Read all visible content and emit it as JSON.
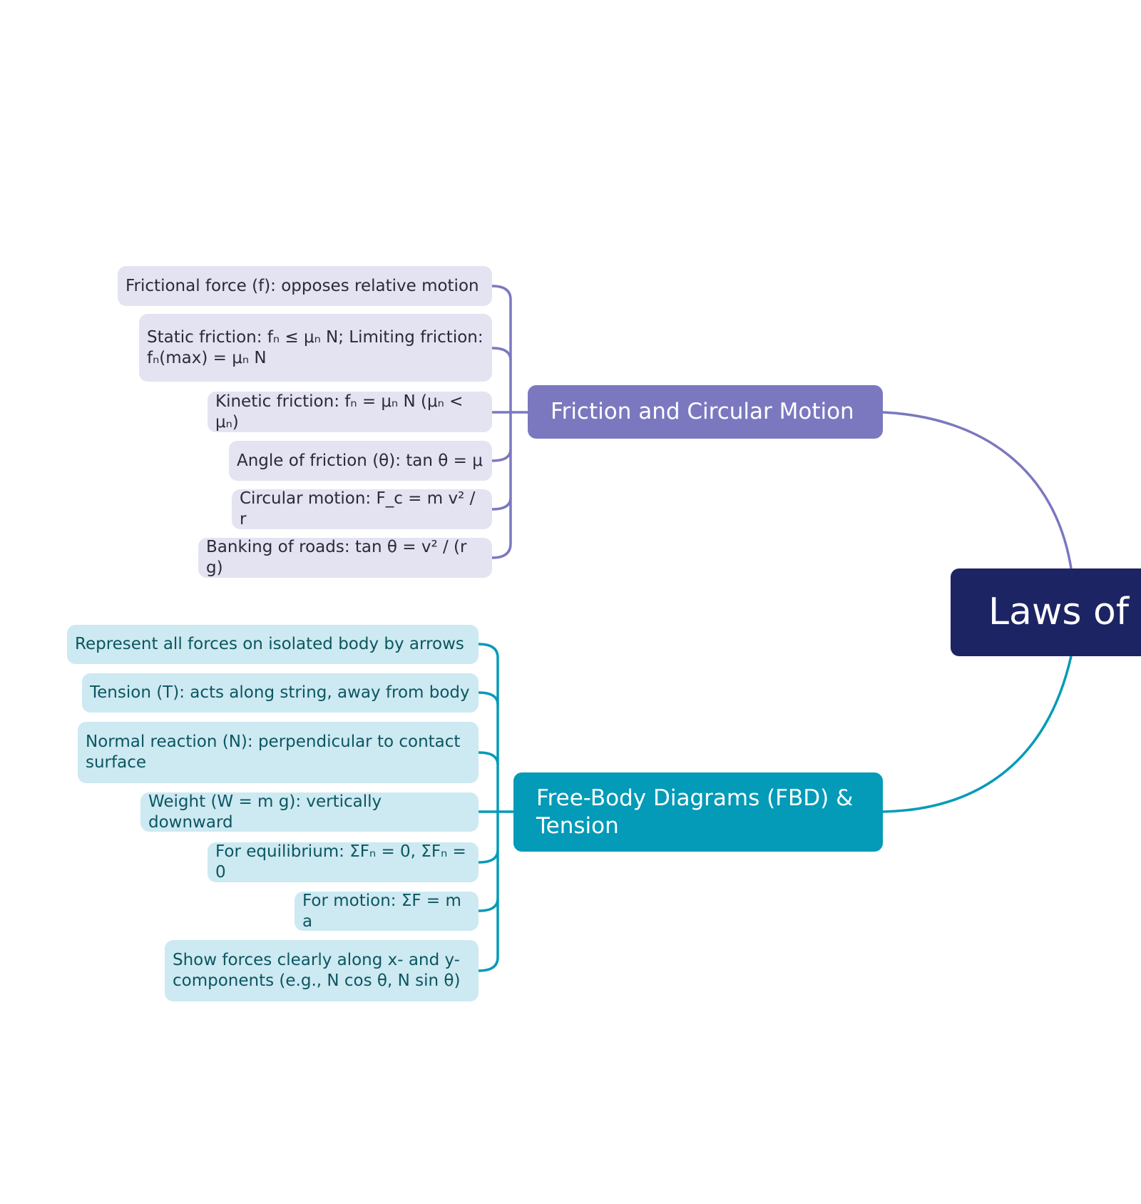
{
  "central": {
    "label": "Laws of"
  },
  "branches": [
    {
      "label": "Friction and Circular Motion",
      "color": "#7b78c0",
      "items": [
        "Frictional force (f): opposes relative motion",
        "Static friction: fₙ ≤ μₙ N; Limiting friction: fₙ(max) = μₙ N",
        "Kinetic friction: fₙ = μₙ N (μₙ < μₙ)",
        "Angle of friction (θ): tan θ = μ",
        "Circular motion: F_c = m v² / r",
        "Banking of roads: tan θ = v² / (r g)"
      ]
    },
    {
      "label": "Free-Body Diagrams (FBD) & Tension",
      "color": "#039bb7",
      "items": [
        "Represent all forces on isolated body by arrows",
        "Tension (T): acts along string, away from body",
        "Normal reaction (N): perpendicular to contact surface",
        "Weight (W = m g): vertically downward",
        "For equilibrium: ΣFₙ = 0, ΣFₙ = 0",
        "For motion: ΣF = m a",
        "Show forces clearly along x- and y-components (e.g., N cos θ, N sin θ)"
      ]
    }
  ]
}
